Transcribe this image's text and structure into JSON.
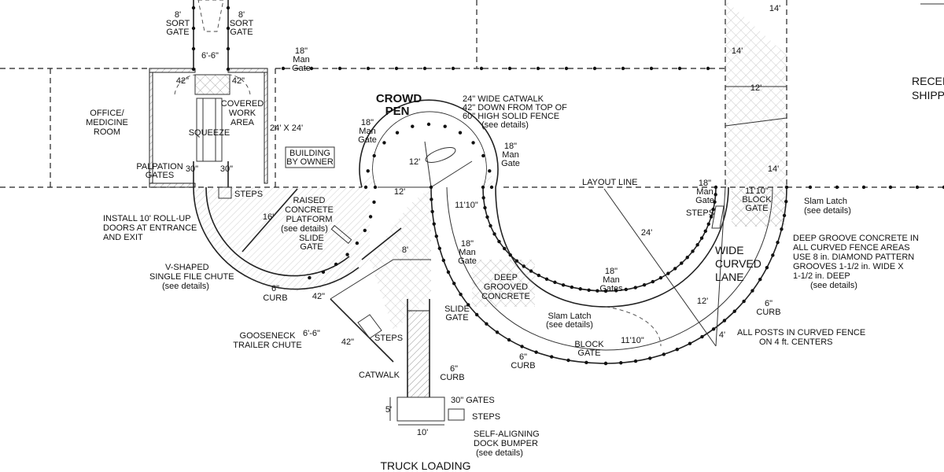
{
  "colors": {
    "ink": "#111111",
    "hatch": "#777777",
    "paper": "#ffffff"
  },
  "labels": {
    "sort_gate_left_size": "8'",
    "sort_gate_left_a": "SORT",
    "sort_gate_left_b": "GATE",
    "sort_gate_right_size": "8'",
    "sort_gate_right_a": "SORT",
    "sort_gate_right_b": "GATE",
    "dim_6_6_top": "6'-6\"",
    "man_gate_top_a": "18\"",
    "man_gate_top_b": "Man",
    "man_gate_top_c": "Gate",
    "gate_42_left": "42\"",
    "gate_42_right": "42\"",
    "office_a": "OFFICE/",
    "office_b": "MEDICINE",
    "office_c": "ROOM",
    "covered_a": "COVERED",
    "covered_b": "WORK",
    "covered_c": "AREA",
    "squeeze": "SQUEEZE",
    "building_size": "24' X 24'",
    "building_a": "BUILDING",
    "building_b": "BY OWNER",
    "palpation_a": "PALPATION",
    "palpation_b": "GATES",
    "gate_30_left": "30\"",
    "gate_30_right": "30\"",
    "steps_1": "STEPS",
    "crowd_pen_a": "CROWD",
    "crowd_pen_b": "PEN",
    "catwalk_note_a": "24\" WIDE CATWALK",
    "catwalk_note_b": "42\" DOWN FROM TOP OF",
    "catwalk_note_c": "60\" HIGH SOLID FENCE",
    "catwalk_note_d": "(see details)",
    "man_gate_pen_l_a": "18\"",
    "man_gate_pen_l_b": "Man",
    "man_gate_pen_l_c": "Gate",
    "man_gate_pen_r_a": "18\"",
    "man_gate_pen_r_b": "Man",
    "man_gate_pen_r_c": "Gate",
    "dim_12_pen": "12'",
    "dim_12_center": "12'",
    "dim_11_10_a": "11'10\"",
    "layout_line": "LAYOUT LINE",
    "man_gate_right_a": "18\"",
    "man_gate_right_b": "Man",
    "man_gate_right_c": "Gate",
    "dim_11_10_b": "11'10\"",
    "block_gate_right_a": "BLOCK",
    "block_gate_right_b": "GATE",
    "slam_latch_right_a": "Slam Latch",
    "slam_latch_right_b": "(see details)",
    "steps_2": "STEPS",
    "dim_14_a": "14'",
    "dim_14_b": "14'",
    "dim_14_c": "14'",
    "dim_12_right": "12'",
    "rece": "RECEI",
    "shipp": "SHIPP",
    "install_a": "INSTALL 10' ROLL-UP",
    "install_b": "DOORS AT ENTRANCE",
    "install_c": "AND EXIT",
    "dim_16": "16'",
    "raised_a": "RAISED",
    "raised_b": "CONCRETE",
    "raised_c": "PLATFORM",
    "raised_d": "(see details)",
    "slide_gate_1_a": "SLIDE",
    "slide_gate_1_b": "GATE",
    "v_chute_a": "V-SHAPED",
    "v_chute_b": "SINGLE FILE CHUTE",
    "v_chute_c": "(see details)",
    "curb_1_a": "6\"",
    "curb_1_b": "CURB",
    "dim_8": "8'",
    "man_gate_mid_a": "18\"",
    "man_gate_mid_b": "Man",
    "man_gate_mid_c": "Gate",
    "deep_a": "DEEP",
    "deep_b": "GROOVED",
    "deep_c": "CONCRETE",
    "wide_a": "WIDE",
    "wide_b": "CURVED",
    "wide_c": "LANE",
    "dim_24": "24'",
    "man_gates_bottom_a": "18\"",
    "man_gates_bottom_b": "Man",
    "man_gates_bottom_c": "Gates",
    "deep_note_a": "DEEP GROOVE CONCRETE IN",
    "deep_note_b": "ALL CURVED FENCE AREAS",
    "deep_note_c": "USE 8 in. DIAMOND PATTERN",
    "deep_note_d": "GROOVES 1-1/2 in. WIDE X",
    "deep_note_e": "1-1/2 in. DEEP",
    "deep_note_f": "(see details)",
    "dim_42_chute": "42\"",
    "slide_gate_2_a": "SLIDE",
    "slide_gate_2_b": "GATE",
    "slam_latch_bottom_a": "Slam Latch",
    "slam_latch_bottom_b": "(see details)",
    "dim_12_lower": "12'",
    "curb_2_a": "6\"",
    "curb_2_b": "CURB",
    "dim_4": "4'",
    "posts_note_a": "ALL POSTS IN CURVED FENCE",
    "posts_note_b": "ON 4 ft. CENTERS",
    "gooseneck_a": "GOOSENECK",
    "gooseneck_b": "TRAILER CHUTE",
    "dim_6_6_goose": "6'-6\"",
    "dim_42_goose": "42\"",
    "steps_3": "STEPS",
    "dim_11_10_c": "11'10\"",
    "block_gate_bottom_a": "BLOCK",
    "block_gate_bottom_b": "GATE",
    "curb_3_a": "6\"",
    "curb_3_b": "CURB",
    "catwalk": "CATWALK",
    "curb_4_a": "6\"",
    "curb_4_b": "CURB",
    "gates_30": "30\" GATES",
    "steps_4": "STEPS",
    "dim_5": "5'",
    "dim_10": "10'",
    "dock_a": "SELF-ALIGNING",
    "dock_b": "DOCK BUMPER",
    "dock_c": "(see details)",
    "truck_loading": "TRUCK LOADING"
  }
}
